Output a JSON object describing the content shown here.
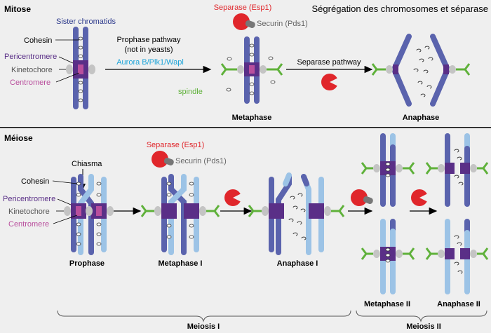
{
  "header": {
    "title": "Ségrégation des chromosomes et séparase"
  },
  "mitosis": {
    "section_label": "Mitose",
    "sister_chromatids": "Sister chromatids",
    "cohesin": "Cohesin",
    "pericentromere": "Pericentromere",
    "kinetochore": "Kinetochore",
    "centromere": "Centromere",
    "prophase_pathway_1": "Prophase pathway",
    "prophase_pathway_2": "(not in yeasts)",
    "aurora": "Aurora B/Plk1/Wapl",
    "spindle": "spindle",
    "separase": "Separase (Esp1)",
    "securin": "Securin (Pds1)",
    "separase_pathway": "Separase pathway",
    "metaphase": "Metaphase",
    "anaphase": "Anaphase"
  },
  "meiosis": {
    "section_label": "Méiose",
    "chiasma": "Chiasma",
    "cohesin": "Cohesin",
    "pericentromere": "Pericentromere",
    "kinetochore": "Kinetochore",
    "centromere": "Centromere",
    "separase": "Separase (Esp1)",
    "securin": "Securin (Pds1)",
    "prophase": "Prophase",
    "metaphase_1": "Metaphase I",
    "anaphase_1": "Anaphase I",
    "metaphase_2": "Metaphase II",
    "anaphase_2": "Anaphase II",
    "meiosis_1": "Meiosis I",
    "meiosis_2": "Meiosis II"
  },
  "colors": {
    "dark_chromatid": "#5a63ad",
    "light_chromatid": "#9cc3e6",
    "separase": "#e0262b",
    "spindle": "#5fb13a",
    "pericentromere": "#5a2f87",
    "centromere": "#b94f9d",
    "kinetochore": "#c4c4c4",
    "aurora": "#1ba3d8",
    "panel_bg": "#efefef"
  }
}
